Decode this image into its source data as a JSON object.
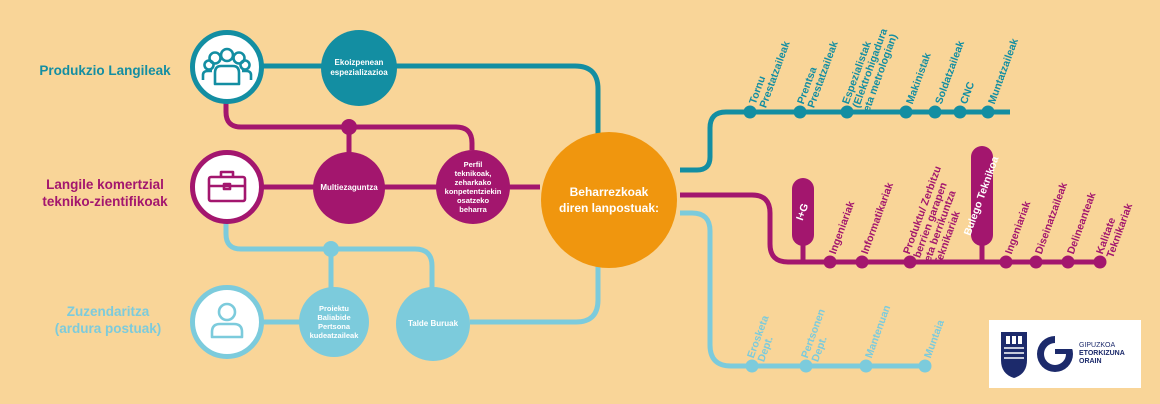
{
  "categories": {
    "produkzio": "Produkzio Langileak",
    "komertzial": "Langile komertzial\ntekniko-zientifikoak",
    "zuzendaritza": "Zuzendaritza\n(ardura postuak)"
  },
  "nodes": {
    "ekoizpenean": "Ekoizpenean\nespezializazioa",
    "multiezaguntza": "Multiezaguntza",
    "perfil": "Perfil\nteknikoak,\nzeharkako\nkonpetentziekin\nosatzeko\nbeharra",
    "proiektu": "Proiektu\nBaliabide\nPertsona\nkudeatzaileak",
    "talde": "Talde Buruak",
    "central": "Beharrezkoak\ndiren lanpostuak:"
  },
  "teal_branch": [
    "Tornu\nPrestatzaileak",
    "Prentsa\nPrestatzaileak",
    "Espezialistak\n(Elektrohigadura\neta metrologian)",
    "Makinistak",
    "Soldatzaileak",
    "CNC",
    "Muntatzaileak"
  ],
  "magenta_branch": {
    "pill_ig": "I+G",
    "group1": [
      "Ingeniariak",
      "Informatikariak",
      "Produktu/ Zerbitzu\nberrien garapen\neta berrikuntza\nTeknikariak"
    ],
    "pill_bulego": "Bulego Teknikoa",
    "group2": [
      "Ingeniariak",
      "Diseinatzaileak",
      "Delineanteak",
      "Kalitate\nTeknikariak"
    ]
  },
  "sky_branch": [
    "Erosketa\nDept.",
    "Pertsonen\nDept.",
    "Mantenuan",
    "Muntaia"
  ],
  "logo": {
    "line1": "GIPUZKOA",
    "line2": "ETORKIZUNA",
    "line3": "ORAIN"
  },
  "colors": {
    "teal": "#138ea2",
    "magenta": "#a3166e",
    "sky": "#7ccbdc",
    "orange": "#f0960e",
    "background": "#f9d598"
  }
}
